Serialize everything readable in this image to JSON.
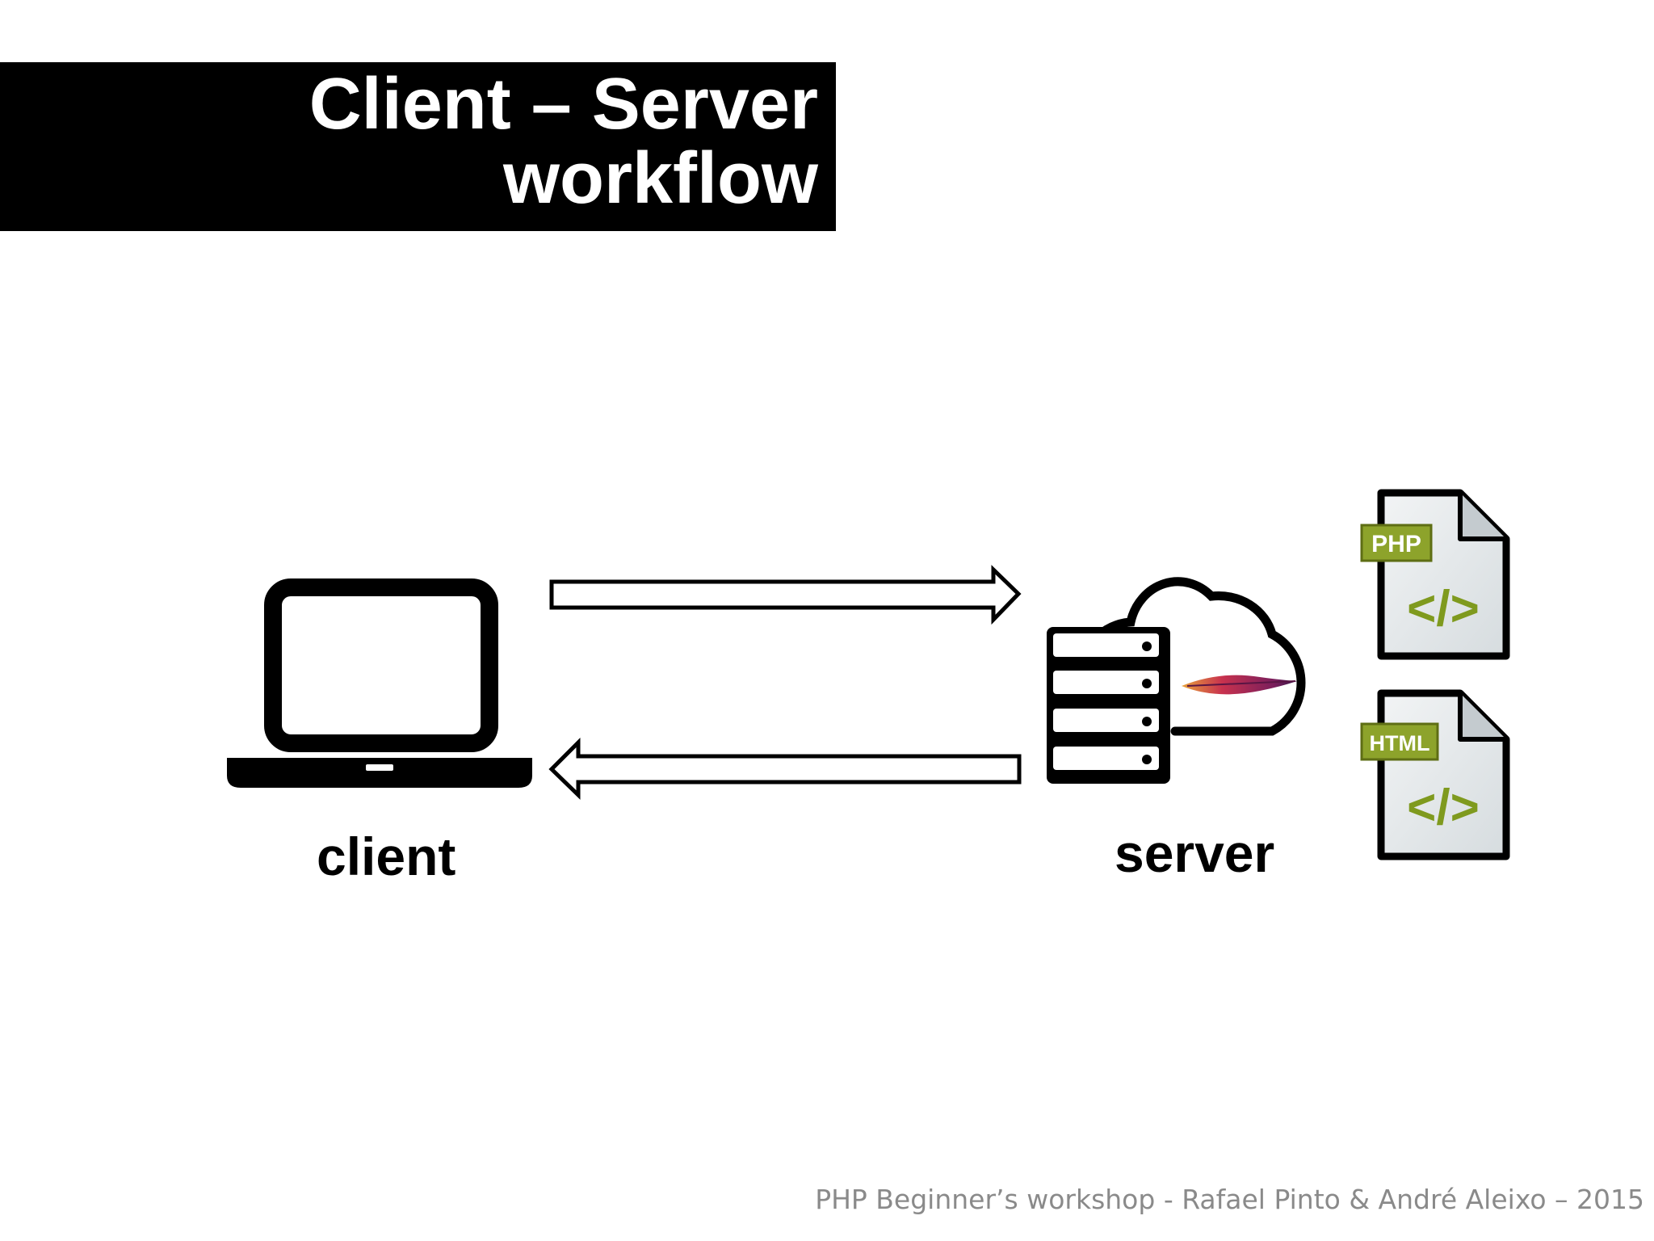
{
  "slide": {
    "title_line1": "Client – Server",
    "title_line2": "workflow",
    "footer": "PHP Beginner’s workshop - Rafael Pinto & André Aleixo – 2015"
  },
  "diagram": {
    "client_label": "client",
    "server_label": "server",
    "php_badge": "PHP",
    "html_badge": "HTML",
    "code_glyph": "</>",
    "icons": [
      "laptop-icon",
      "server-rack-icon",
      "cloud-icon",
      "apache-feather-icon",
      "php-file-icon",
      "html-file-icon"
    ],
    "arrows": [
      "request-arrow-right",
      "response-arrow-left"
    ]
  },
  "colors": {
    "title_background": "#000000",
    "title_text": "#ffffff",
    "footer_text": "#8a8a8a",
    "file_badge_green": "#8da32b",
    "file_code_green": "#7f9a1e",
    "file_page": "#e6eaec",
    "feather": "#b0245a"
  }
}
